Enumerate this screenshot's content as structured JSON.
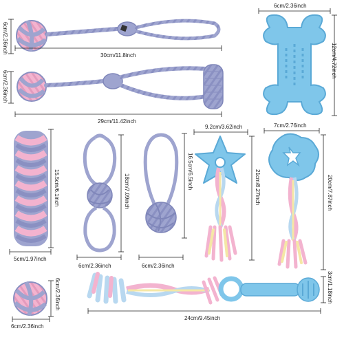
{
  "colors": {
    "rope_gray": "#9ea4cf",
    "rope_gray_dark": "#7f86b9",
    "rope_pink": "#f3b3cf",
    "rope_pink_dark": "#dd8db2",
    "rubber_blue": "#7fc6ea",
    "rubber_blue_dark": "#5aa9d6",
    "braid_yellow": "#f5e7a6",
    "fleece_blue": "#b8d8f0",
    "dimension_line": "#222222"
  },
  "products": [
    {
      "name": "knot-ball-loop-rope",
      "height_label": "6cm/2.36inch",
      "length_label": "30cm/11.8inch"
    },
    {
      "name": "knot-ball-coil-rope",
      "height_label": "6cm/2.36inch",
      "length_label": "29cm/11.42inch"
    },
    {
      "name": "bone-chew",
      "width_label": "6cm/2.36inch",
      "height_label": "12cm/4.72inch"
    },
    {
      "name": "braided-stick",
      "height_label": "15.5cm/6.1inch",
      "width_label": "5cm/1.97inch"
    },
    {
      "name": "double-loop-knot",
      "height_label": "18cm/7.09inch",
      "width_label": "6cm/2.36inch"
    },
    {
      "name": "single-loop-knot",
      "height_label": "16.5cm/6.5inch",
      "width_label": "6cm/2.36inch"
    },
    {
      "name": "star-tug",
      "width_label": "9.2cm/3.62inch",
      "height_label": "21cm/8.27inch"
    },
    {
      "name": "ring-tug",
      "width_label": "7cm/2.76inch",
      "height_label": "20cm/7.87inch"
    },
    {
      "name": "rope-ball",
      "height_label": "6cm/2.36inch",
      "width_label": "6cm/2.36inch"
    },
    {
      "name": "dumbbell-tug",
      "height_label": "3cm/1.18inch",
      "length_label": "24cm/9.45inch"
    }
  ]
}
